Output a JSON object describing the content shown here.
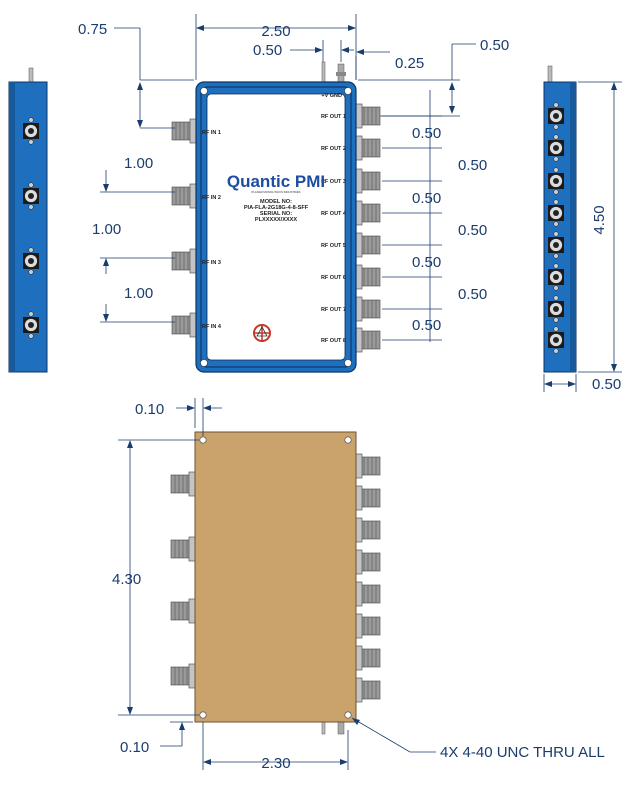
{
  "dimensions": {
    "top_left_offset": "0.75",
    "overall_width": "2.50",
    "dc_spacing_a": "0.50",
    "dc_spacing_b": "0.25",
    "top_right_offset": "0.50",
    "output_pitch": "0.50",
    "input_pitch": "1.00",
    "overall_height": "4.50",
    "side_depth": "0.50",
    "hole_inset_x": "0.10",
    "hole_inset_y": "0.10",
    "hole_span_height": "4.30",
    "hole_span_width": "2.30",
    "hole_note": "4X 4-40 UNC  THRU ALL"
  },
  "ports": {
    "inputs": [
      "RF IN 1",
      "RF IN 2",
      "RF IN 3",
      "RF IN 4"
    ],
    "outputs": [
      "RF OUT 1",
      "RF OUT 2",
      "RF OUT 3",
      "RF OUT 4",
      "RF OUT 5",
      "RF OUT 6",
      "RF OUT 7",
      "RF OUT 8"
    ],
    "dc_label": "+V GND"
  },
  "label": {
    "brand": "Quantic PMI",
    "tagline": "PLANAR MONOLITHICS INDUSTRIES",
    "model_caption": "MODEL NO:",
    "model_number": "PIA-FLA-2G18G-4-8-SFF",
    "serial_caption": "SERIAL NO:",
    "serial_number": "PLXXXXX/XXXX"
  },
  "colors": {
    "dimension": "#1a3c6e",
    "housing_blue": "#1f6fbf",
    "base_plate": "#c9a26c",
    "connector": "#8a8a8a"
  }
}
